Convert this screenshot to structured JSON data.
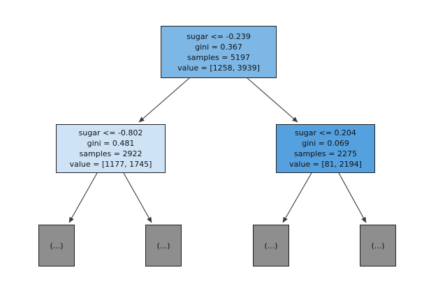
{
  "colors": {
    "background": "#ffffff",
    "root_fill": "#7db7e6",
    "left_fill": "#cfe3f7",
    "right_fill": "#55a0de",
    "leaf_fill": "#8e8e8e",
    "node_border": "#1f1f1f",
    "arrow": "#3a3a3a",
    "text": "#111111"
  },
  "tree": {
    "feature": "sugar",
    "root": {
      "split": "sugar <= -0.239",
      "gini": "gini = 0.367",
      "samples": "samples = 5197",
      "value": "value = [1258, 3939]"
    },
    "left": {
      "split": "sugar <= -0.802",
      "gini": "gini = 0.481",
      "samples": "samples = 2922",
      "value": "value = [1177, 1745]"
    },
    "right": {
      "split": "sugar <= 0.204",
      "gini": "gini = 0.069",
      "samples": "samples = 2275",
      "value": "value = [81, 2194]"
    },
    "leaf_label": "(...)"
  }
}
